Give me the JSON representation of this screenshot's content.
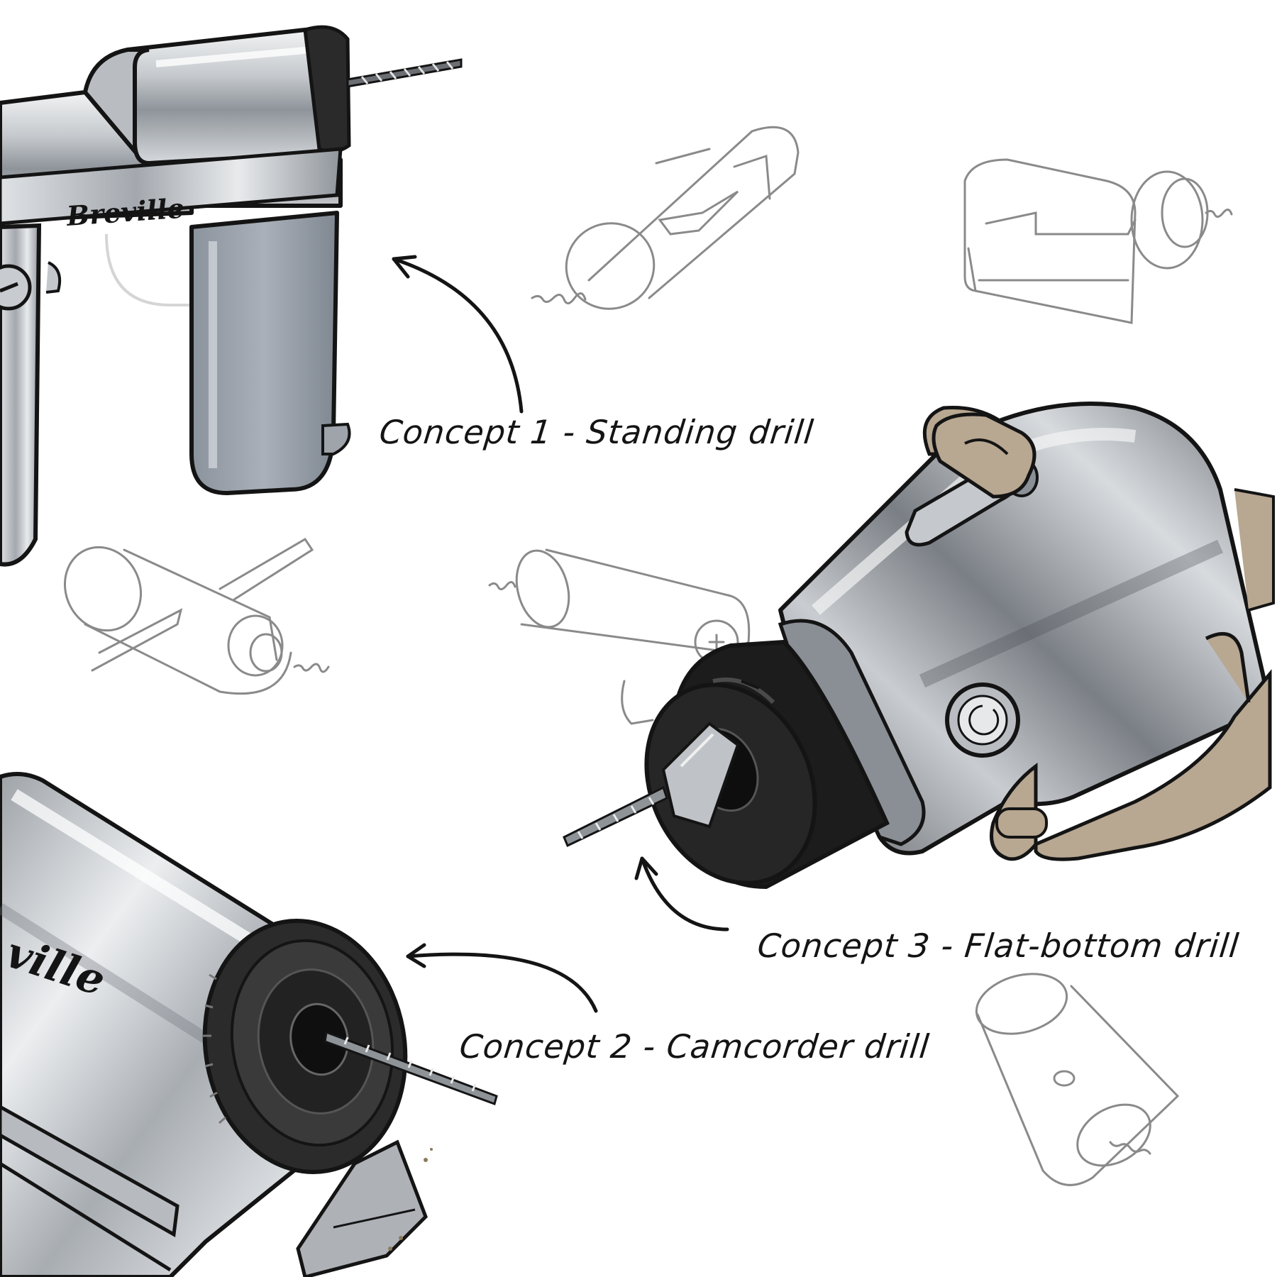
{
  "captions": {
    "concept1": "Concept 1 - Standing drill",
    "concept2": "Concept 2 - Camcorder drill",
    "concept3": "Concept 3 - Flat-bottom drill"
  },
  "brand": {
    "concept1": "Breville",
    "concept2": "ville"
  },
  "colors": {
    "ink": "#141414",
    "metal_light": "#e4e6e8",
    "metal_mid": "#a9adb2",
    "metal_dark": "#6d7278",
    "blue_grey": "#9aa2ac",
    "chuck_black": "#1c1c1c",
    "skin": "#b8a791",
    "pencil": "#8a8a8a"
  }
}
